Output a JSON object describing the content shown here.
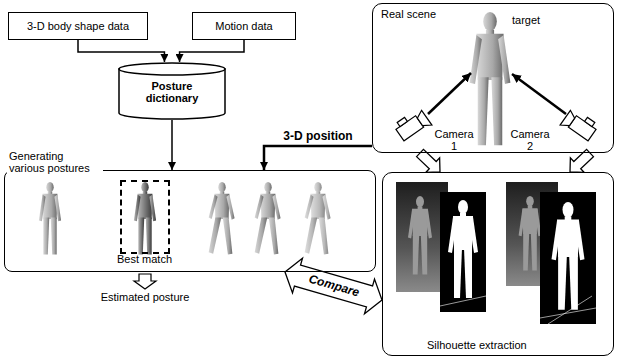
{
  "diagram": {
    "nodes": [
      {
        "text": [
          "3-D body shape data"
        ]
      },
      {
        "text": [
          "Motion data"
        ]
      },
      {
        "text": [
          "Posture dictionary"
        ]
      },
      {
        "text": [
          "Real scene"
        ]
      },
      {
        "text": [
          "Generating various postures"
        ]
      },
      {
        "text": [
          "Best match"
        ],
        "in": 4
      },
      {
        "text": [
          "Silhouette extraction"
        ]
      }
    ],
    "edges": [
      {
        "from": 0,
        "to": 2,
        "arrow": "to"
      },
      {
        "from": 1,
        "to": 2,
        "arrow": "to"
      },
      {
        "from": 2,
        "to": 4,
        "arrow": "to"
      },
      {
        "from": 3,
        "to": 4,
        "label": "3-D position",
        "arrow": "to"
      },
      {
        "from": 3,
        "to": 6,
        "arrow": "to"
      },
      {
        "from": 3,
        "to": 6,
        "arrow": "to"
      },
      {
        "from": 4,
        "to": 6,
        "label": "Compare",
        "arrow": "both"
      }
    ],
    "labels": [
      "target",
      "Camera 1",
      "Camera 2",
      "Estimated posture"
    ]
  }
}
